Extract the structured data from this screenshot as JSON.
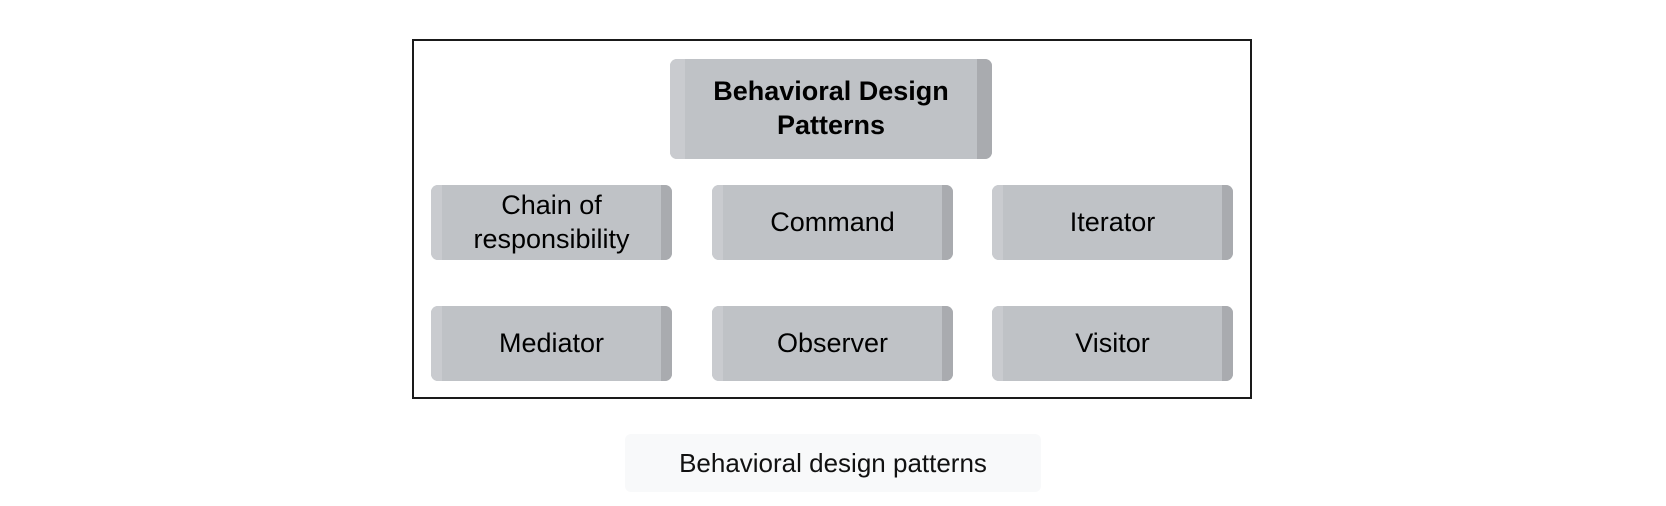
{
  "diagram": {
    "root": "Behavioral Design Patterns",
    "children": [
      "Chain of responsibility",
      "Command",
      "Iterator",
      "Mediator",
      "Observer",
      "Visitor"
    ]
  },
  "caption": "Behavioral design patterns"
}
